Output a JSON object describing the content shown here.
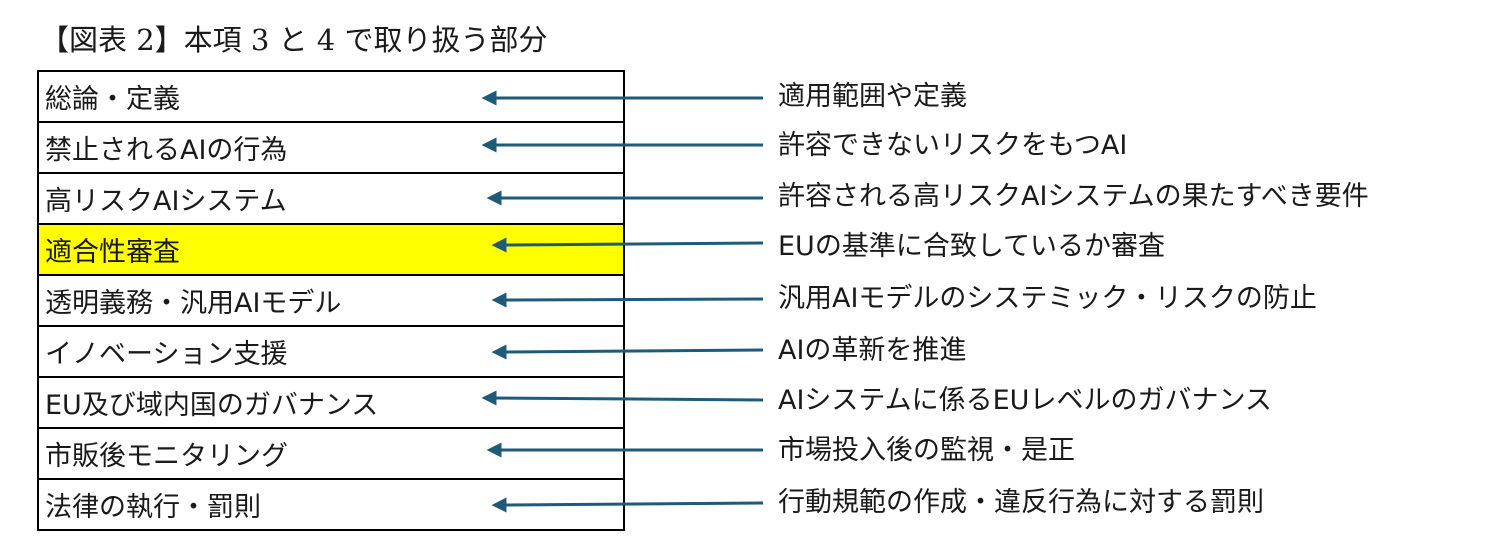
{
  "title": "【図表 2】本項 3 と 4 で取り扱う部分",
  "colors": {
    "highlight": "#ffff00",
    "arrow": "#1f5a78",
    "border": "#000000"
  },
  "rows": [
    {
      "label": "総論・定義",
      "description": "適用範囲や定義",
      "highlighted": false
    },
    {
      "label": "禁止されるAIの行為",
      "description": "許容できないリスクをもつAI",
      "highlighted": false
    },
    {
      "label": "高リスクAIシステム",
      "description": "許容される高リスクAIシステムの果たすべき要件",
      "highlighted": false
    },
    {
      "label": "適合性審査",
      "description": "EUの基準に合致しているか審査",
      "highlighted": true
    },
    {
      "label": "透明義務・汎用AIモデル",
      "description": "汎用AIモデルのシステミック・リスクの防止",
      "highlighted": false
    },
    {
      "label": "イノベーション支援",
      "description": "AIの革新を推進",
      "highlighted": false
    },
    {
      "label": "EU及び域内国のガバナンス",
      "description": "AIシステムに係るEUレベルのガバナンス",
      "highlighted": false
    },
    {
      "label": "市販後モニタリング",
      "description": "市場投入後の監視・是正",
      "highlighted": false
    },
    {
      "label": "法律の執行・罰則",
      "description": "行動規範の作成・違反行為に対する罰則",
      "highlighted": false
    }
  ]
}
